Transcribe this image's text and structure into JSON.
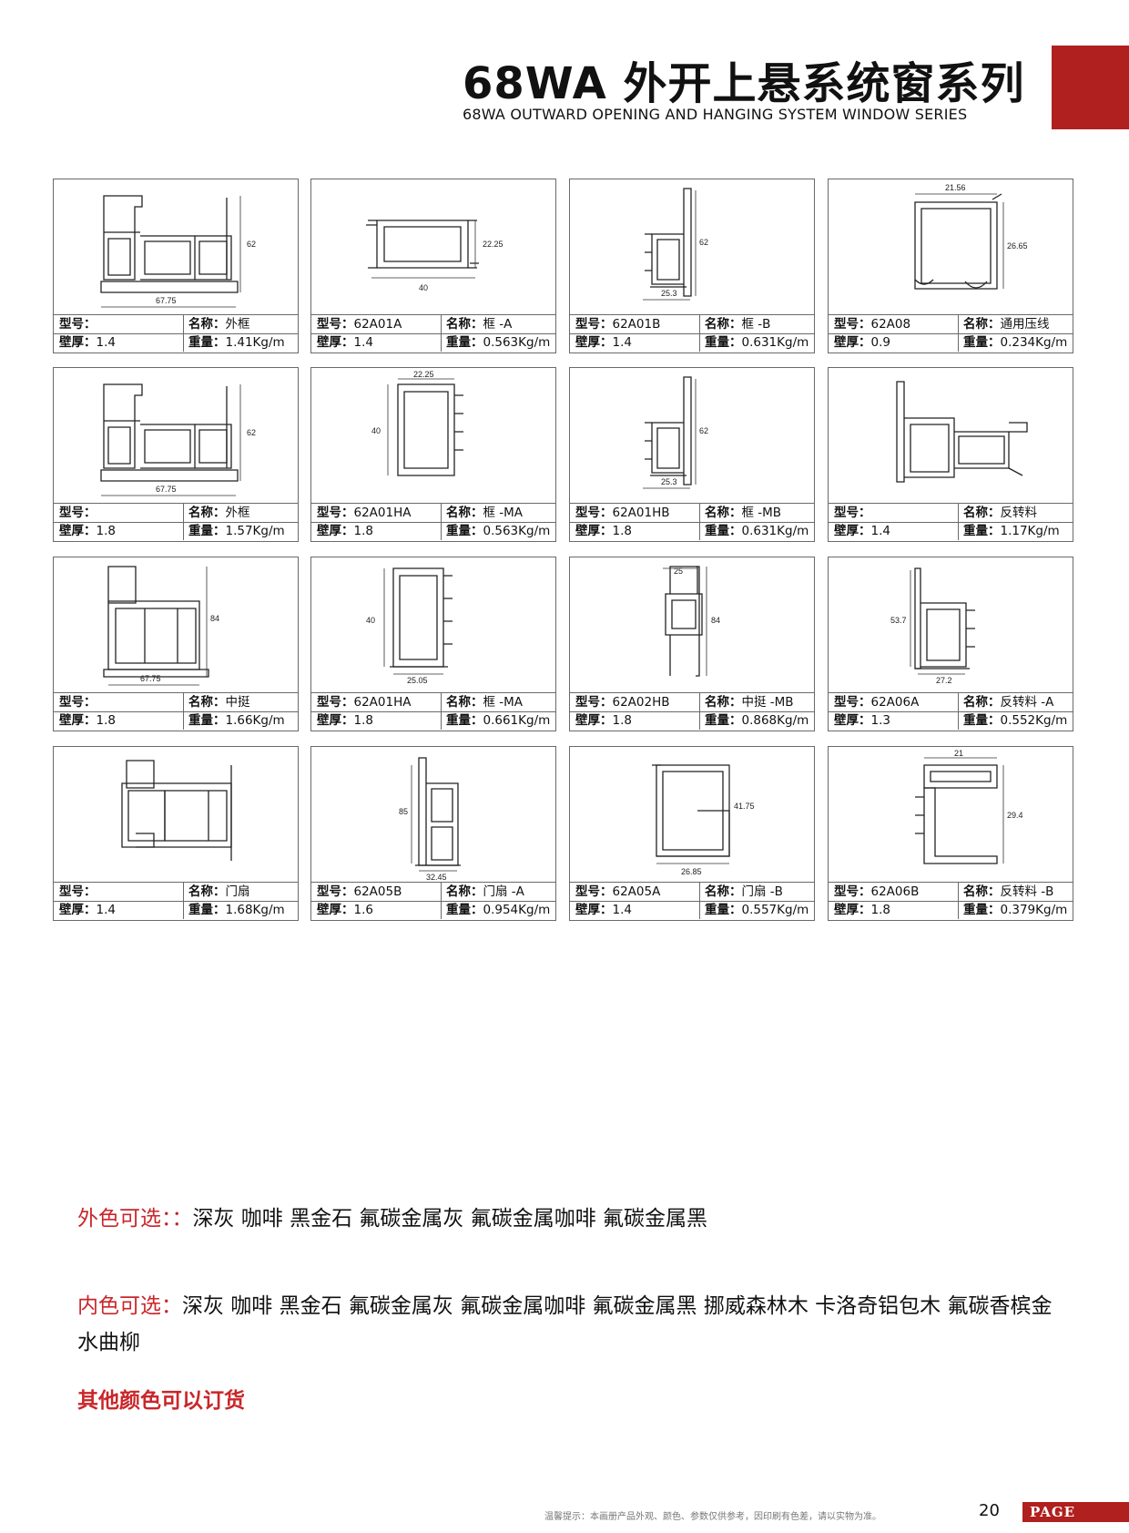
{
  "header": {
    "title": "68WA 外开上悬系统窗系列",
    "subtitle": "68WA OUTWARD OPENING AND HANGING SYSTEM WINDOW SERIES"
  },
  "labels": {
    "model": "型号：",
    "name": "名称：",
    "thickness": "壁厚：",
    "weight": "重量："
  },
  "cards": [
    {
      "model": "",
      "name": "外框",
      "thickness": "1.4",
      "weight": "1.41Kg/m",
      "dims": [
        "62",
        "67.75"
      ]
    },
    {
      "model": "62A01A",
      "name": "框 -A",
      "thickness": "1.4",
      "weight": "0.563Kg/m",
      "dims": [
        "22.25",
        "40"
      ]
    },
    {
      "model": "62A01B",
      "name": "框 -B",
      "thickness": "1.4",
      "weight": "0.631Kg/m",
      "dims": [
        "62",
        "25.3"
      ]
    },
    {
      "model": "62A08",
      "name": "通用压线",
      "thickness": "0.9",
      "weight": "0.234Kg/m",
      "dims": [
        "21.56",
        "26.65"
      ]
    },
    {
      "model": "",
      "name": "外框",
      "thickness": "1.8",
      "weight": "1.57Kg/m",
      "dims": [
        "62",
        "67.75"
      ]
    },
    {
      "model": "62A01HA",
      "name": "框 -MA",
      "thickness": "1.8",
      "weight": "0.563Kg/m",
      "dims": [
        "22.25",
        "40"
      ]
    },
    {
      "model": "62A01HB",
      "name": "框 -MB",
      "thickness": "1.8",
      "weight": "0.631Kg/m",
      "dims": [
        "62",
        "25.3"
      ]
    },
    {
      "model": "",
      "name": "反转料",
      "thickness": "1.4",
      "weight": "1.17Kg/m",
      "dims": []
    },
    {
      "model": "",
      "name": "中挺",
      "thickness": "1.8",
      "weight": "1.66Kg/m",
      "dims": [
        "84",
        "67.75"
      ]
    },
    {
      "model": "62A01HA",
      "name": "框 -MA",
      "thickness": "1.8",
      "weight": "0.661Kg/m",
      "dims": [
        "40",
        "25.05"
      ]
    },
    {
      "model": "62A02HB",
      "name": "中挺 -MB",
      "thickness": "1.8",
      "weight": "0.868Kg/m",
      "dims": [
        "25",
        "84"
      ]
    },
    {
      "model": "62A06A",
      "name": "反转料 -A",
      "thickness": "1.3",
      "weight": "0.552Kg/m",
      "dims": [
        "53.7",
        "27.2"
      ]
    },
    {
      "model": "",
      "name": "门扇",
      "thickness": "1.4",
      "weight": "1.68Kg/m",
      "dims": []
    },
    {
      "model": "62A05B",
      "name": "门扇 -A",
      "thickness": "1.6",
      "weight": "0.954Kg/m",
      "dims": [
        "85",
        "32.45"
      ]
    },
    {
      "model": "62A05A",
      "name": "门扇 -B",
      "thickness": "1.4",
      "weight": "0.557Kg/m",
      "dims": [
        "41.75",
        "26.85"
      ]
    },
    {
      "model": "62A06B",
      "name": "反转料 -B",
      "thickness": "1.8",
      "weight": "0.379Kg/m",
      "dims": [
        "21",
        "29.4"
      ]
    }
  ],
  "colors_text": {
    "outer_label": "外色可选：：",
    "outer_values": "深灰 咖啡 黑金石 氟碳金属灰 氟碳金属咖啡 氟碳金属黑",
    "inner_label": "内色可选：",
    "inner_values": "深灰 咖啡 黑金石 氟碳金属灰 氟碳金属咖啡 氟碳金属黑 挪威森林木 卡洛奇铝包木 氟碳香槟金 水曲柳",
    "order_note": "其他颜色可以订货"
  },
  "footer": {
    "note": "温馨提示：本画册产品外观、颜色、参数仅供参考，因印刷有色差，请以实物为准。",
    "page_number": "20",
    "page_label": "PAGE"
  },
  "theme": {
    "accent": "#b0201e",
    "label_red": "#c9262a"
  }
}
